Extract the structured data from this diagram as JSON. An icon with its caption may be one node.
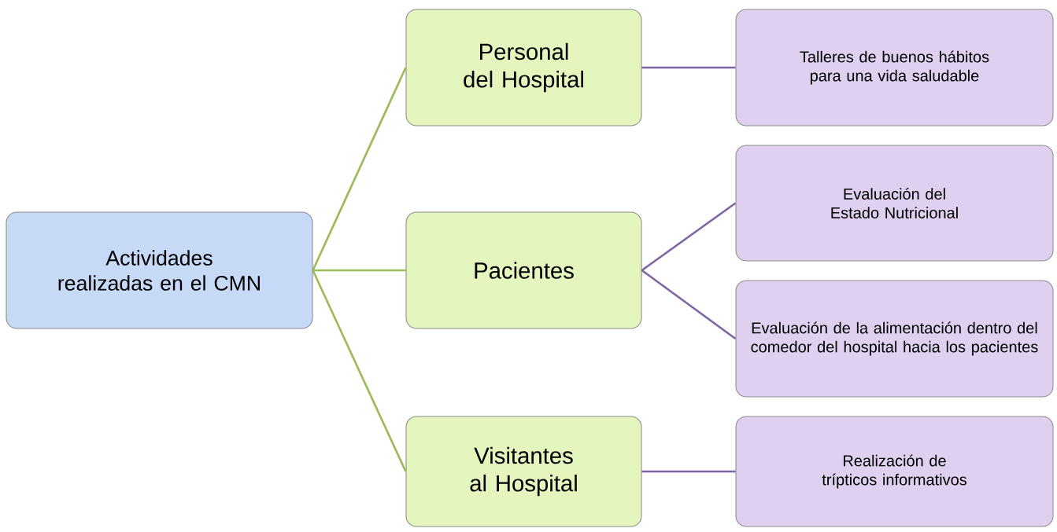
{
  "diagram": {
    "nodes": [
      {
        "text": [
          "Actividades realizadas en el CMN"
        ]
      },
      {
        "text": [
          "Personal del Hospital"
        ]
      },
      {
        "text": [
          "Pacientes"
        ]
      },
      {
        "text": [
          "Visitantes al Hospital"
        ]
      },
      {
        "text": [
          "Talleres de buenos hábitos para una vida saludable"
        ]
      },
      {
        "text": [
          "Evaluación del Estado Nutricional"
        ]
      },
      {
        "text": [
          "Evaluación de la alimentación dentro del comedor del hospital hacia los pacientes"
        ]
      },
      {
        "text": [
          "Realización de trípticos informativos"
        ]
      }
    ],
    "edges": [
      {
        "from": 0,
        "to": 1,
        "arrow": "none",
        "color": "#9bbb59"
      },
      {
        "from": 0,
        "to": 2,
        "arrow": "none",
        "color": "#9bbb59"
      },
      {
        "from": 0,
        "to": 3,
        "arrow": "none",
        "color": "#9bbb59"
      },
      {
        "from": 1,
        "to": 4,
        "arrow": "none",
        "color": "#8064a2"
      },
      {
        "from": 2,
        "to": 5,
        "arrow": "none",
        "color": "#8064a2"
      },
      {
        "from": 2,
        "to": 6,
        "arrow": "none",
        "color": "#8064a2"
      },
      {
        "from": 3,
        "to": 7,
        "arrow": "none",
        "color": "#8064a2"
      }
    ]
  }
}
